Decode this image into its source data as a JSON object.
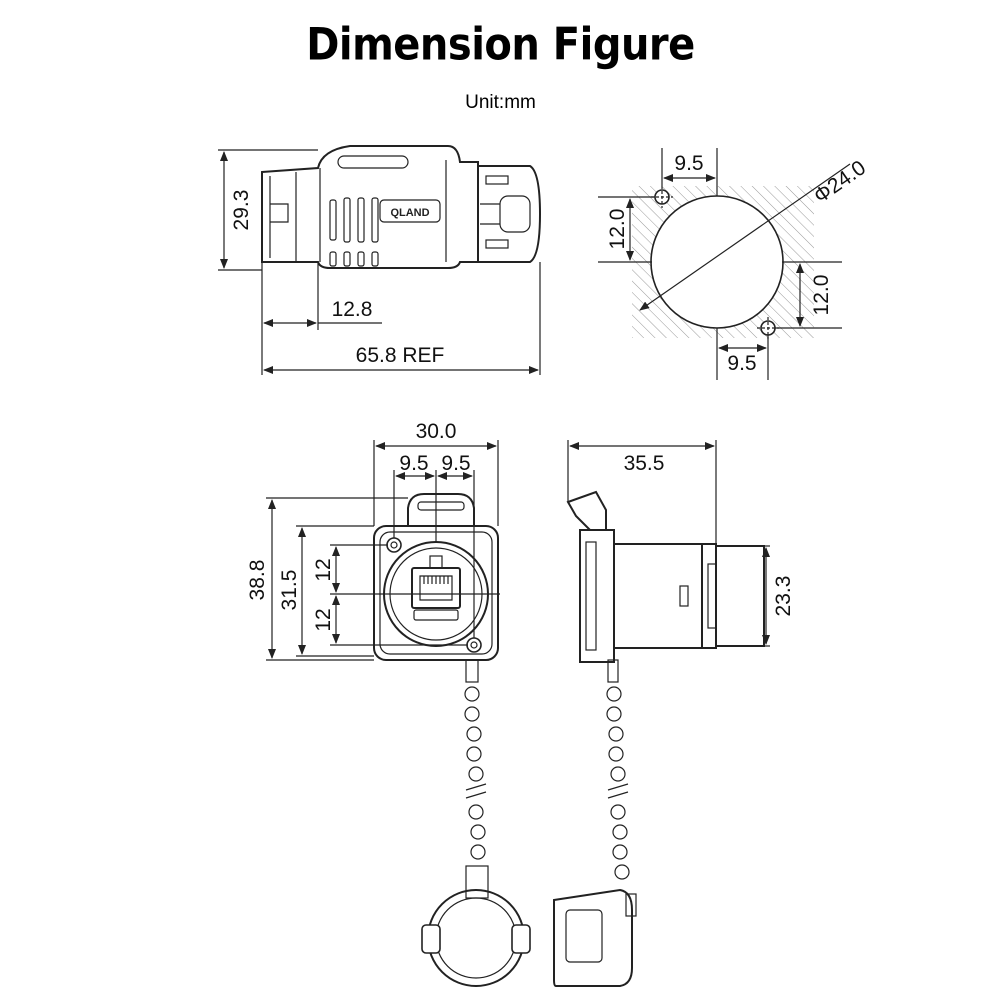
{
  "title": "Dimension Figure",
  "unit": "Unit:mm",
  "brand_mark": "QLAND",
  "side_view": {
    "height": "29.3",
    "offset": "12.8",
    "length": "65.8 REF"
  },
  "panel_cutout": {
    "top_offset": "9.5",
    "diameter": "Φ24.0",
    "left_offset": "12.0",
    "right_offset": "12.0",
    "bottom_offset": "9.5"
  },
  "front_view": {
    "width": "30.0",
    "half_width_left": "9.5",
    "half_width_right": "9.5",
    "height_total": "38.8",
    "height_inner": "31.5",
    "half_height_top": "12",
    "half_height_bottom": "12"
  },
  "profile_view": {
    "depth": "35.5",
    "diameter": "23.3"
  }
}
